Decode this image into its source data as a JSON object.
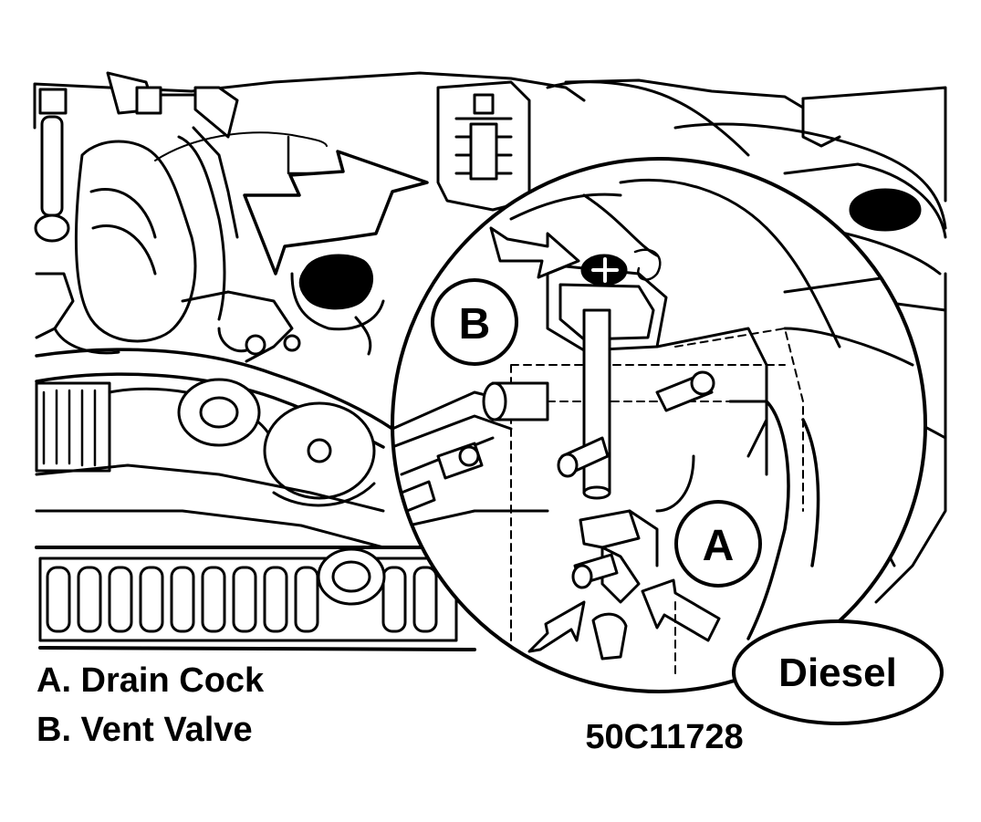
{
  "callouts": {
    "a": "A",
    "b": "B"
  },
  "legend": {
    "item_a": "A. Drain Cock",
    "item_b": "B. Vent Valve"
  },
  "badge": "Diesel",
  "figure_code": "50C11728"
}
